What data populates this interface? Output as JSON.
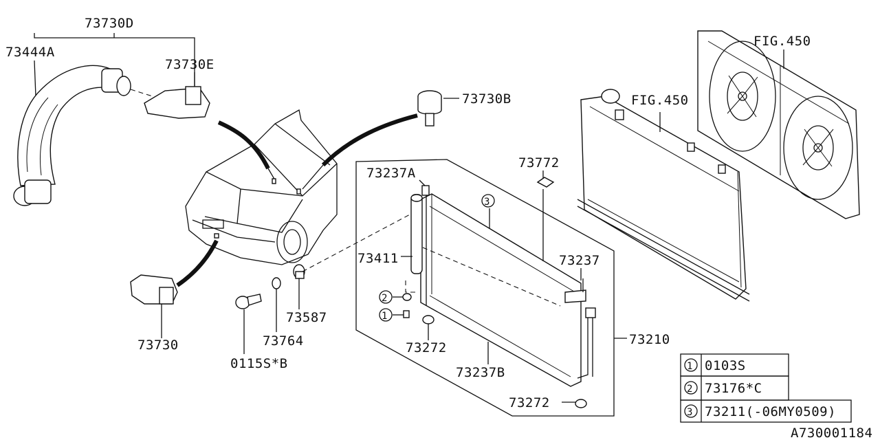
{
  "labels": {
    "p73730d": "73730D",
    "p73444a": "73444A",
    "p73730e": "73730E",
    "p73730b": "73730B",
    "p73730": "73730",
    "p73764": "73764",
    "p73587": "73587",
    "p0115sb": "0115S*B",
    "p73237a": "73237A",
    "p73411": "73411",
    "p73272a": "73272",
    "p73272b": "73272",
    "p73237b": "73237B",
    "p73237": "73237",
    "p73210": "73210",
    "p73772": "73772",
    "fig450a": "FIG.450",
    "fig450b": "FIG.450",
    "c1": "1",
    "c2": "2",
    "c3": "3"
  },
  "legend": [
    {
      "num": "1",
      "code": "0103S"
    },
    {
      "num": "2",
      "code": "73176*C"
    },
    {
      "num": "3",
      "code": "73211(-06MY0509)"
    }
  ],
  "diagram_id": "A730001184"
}
